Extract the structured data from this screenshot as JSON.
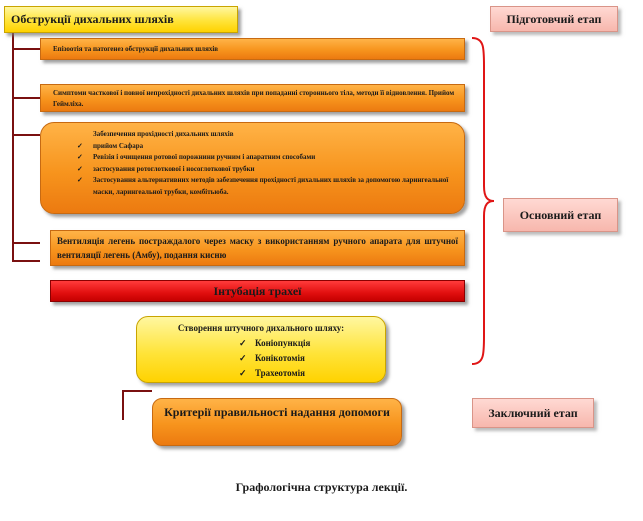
{
  "diagram": {
    "title_box": "Обструкції дихальних шляхів",
    "steps": [
      "Епізоотія та патогенез обструкції дихальних шляхів",
      "Симптоми часткової і повної непрохідності дихальних шляхів при попаданні стороннього тіла, методи її відновлення. Прийом Геймліха.",
      "Забезпечення прохідності дихальних шляхів",
      "Вентиляція легень постраждалого через маску з використанням ручного апарата для штучної вентиляції легень (Амбу), подання кисню",
      "Інтубація трахеї",
      "Створення штучного дихального шляху:",
      "Критерії правильності надання допомоги"
    ],
    "airway_items": [
      "прийом Сафара",
      "Ревізія і очищення ротової порожнини ручним і апаратним способами",
      "застосування ротоглоткової і носоглоткової трубки",
      "Застосування альтернативних методів забезпечення прохідності дихальних шляхів за допомогою ларингеальної маски, ларингеальної трубки, комбітьюба."
    ],
    "artificial_airway_items": [
      "Коніопункція",
      "Конікотомія",
      "Трахеотомія"
    ]
  },
  "stages": {
    "preparatory": "Підготовчий етап",
    "main": "Основний етап",
    "final": "Заключний етап"
  },
  "caption": "Графологічна структура лекції."
}
